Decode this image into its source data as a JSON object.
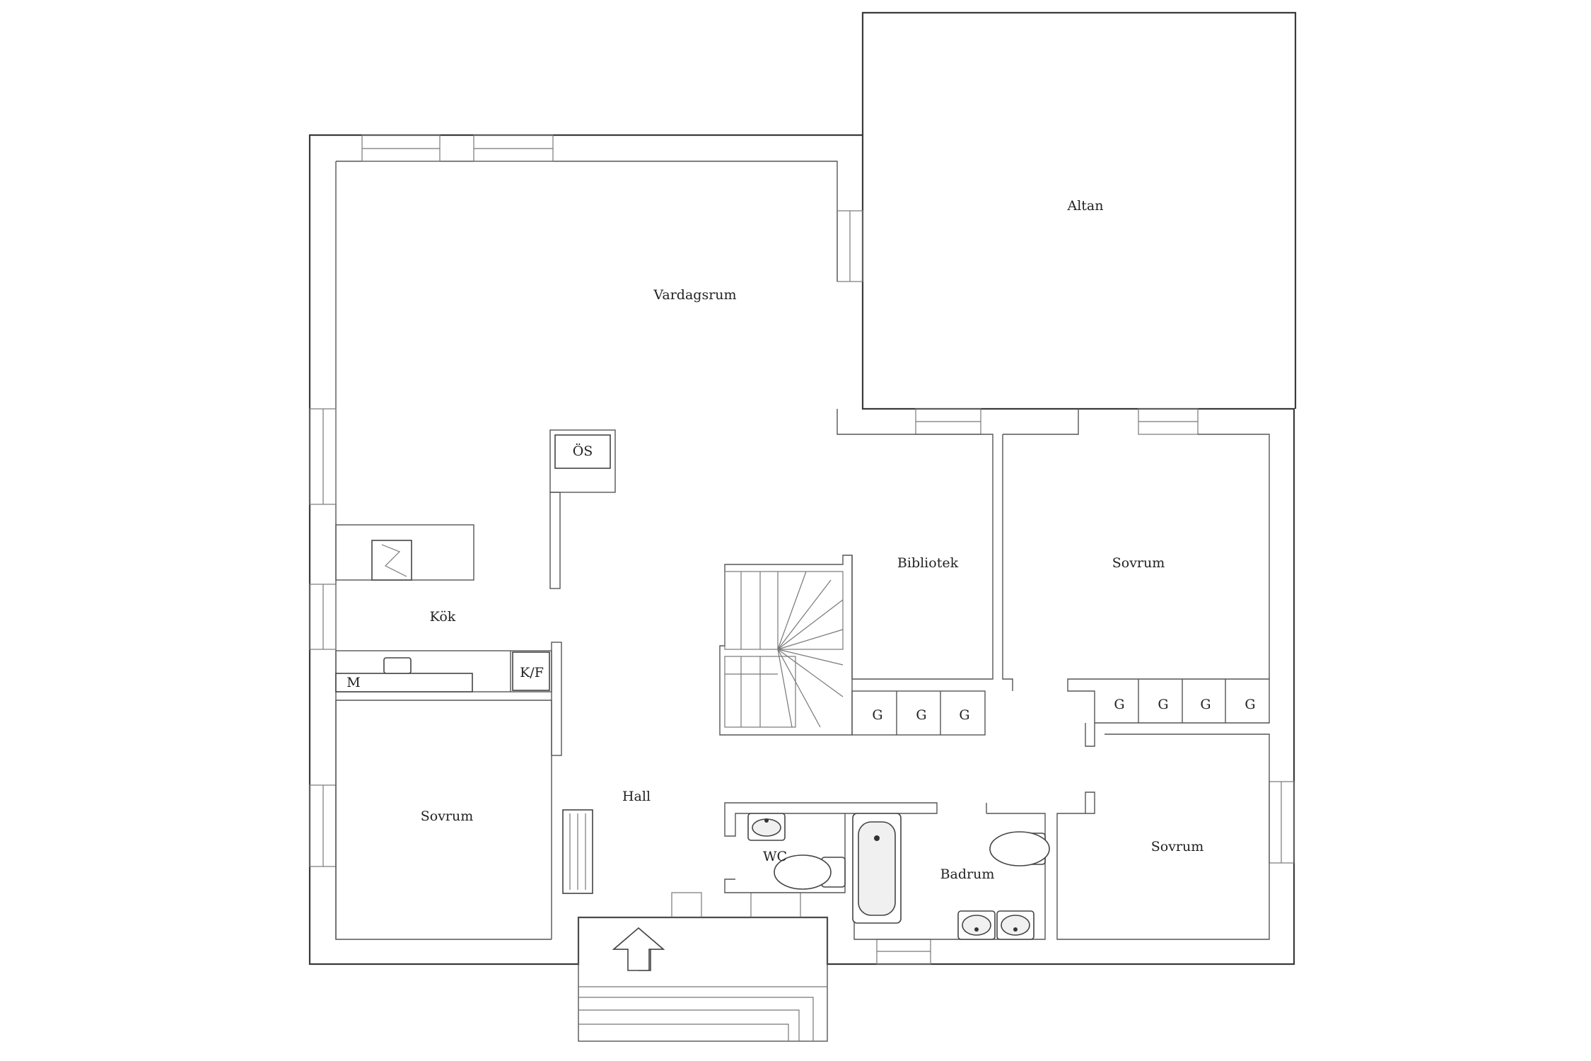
{
  "rooms": {
    "altan": "Altan",
    "vardagsrum": "Vardagsrum",
    "bibliotek": "Bibliotek",
    "sovrum_east": "Sovrum",
    "kok": "Kök",
    "hall": "Hall",
    "sovrum_west": "Sovrum",
    "wc": "WC",
    "badrum": "Badrum",
    "sovrum_southeast": "Sovrum"
  },
  "fixtures": {
    "oppen_spis": "ÖS",
    "kyl_frys": "K/F",
    "microwave": "M",
    "wardrobe": "G"
  }
}
